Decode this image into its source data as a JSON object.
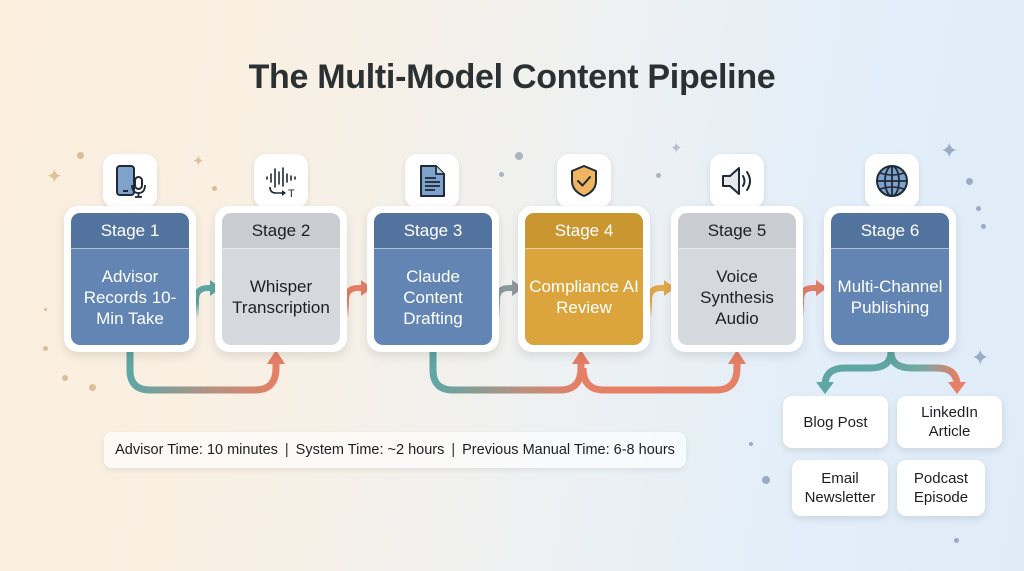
{
  "title": "The Multi-Model Content Pipeline",
  "colors": {
    "stage_blue": "#6285b4",
    "stage_gray": "#d5d9de",
    "stage_gold": "#dba43d",
    "arrow_teal": "#5fa6a4",
    "arrow_coral": "#e57f65",
    "arrow_gold": "#e2a84a"
  },
  "stages": [
    {
      "label": "Stage 1",
      "text": "Advisor Records 10-Min Take",
      "icon": "phone-microphone-icon",
      "style": "blue"
    },
    {
      "label": "Stage 2",
      "text": "Whisper Transcription",
      "icon": "audio-waveform-to-text-icon",
      "style": "gray"
    },
    {
      "label": "Stage 3",
      "text": "Claude Content Drafting",
      "icon": "document-icon",
      "style": "blue"
    },
    {
      "label": "Stage 4",
      "text": "Compliance AI Review",
      "icon": "shield-check-icon",
      "style": "gold"
    },
    {
      "label": "Stage 5",
      "text": "Voice Synthesis Audio",
      "icon": "speaker-icon",
      "style": "gray"
    },
    {
      "label": "Stage 6",
      "text": "Multi-Channel Publishing",
      "icon": "globe-icon",
      "style": "blue"
    }
  ],
  "summary": {
    "advisor_time": "Advisor Time: 10 minutes",
    "separator": "|",
    "system_time": "System Time: ~2 hours",
    "manual_time": "Previous Manual Time: 6-8 hours"
  },
  "outputs": [
    {
      "label": "Blog Post"
    },
    {
      "label": "LinkedIn Article"
    },
    {
      "label": "Email Newsletter"
    },
    {
      "label": "Podcast Episode"
    }
  ]
}
